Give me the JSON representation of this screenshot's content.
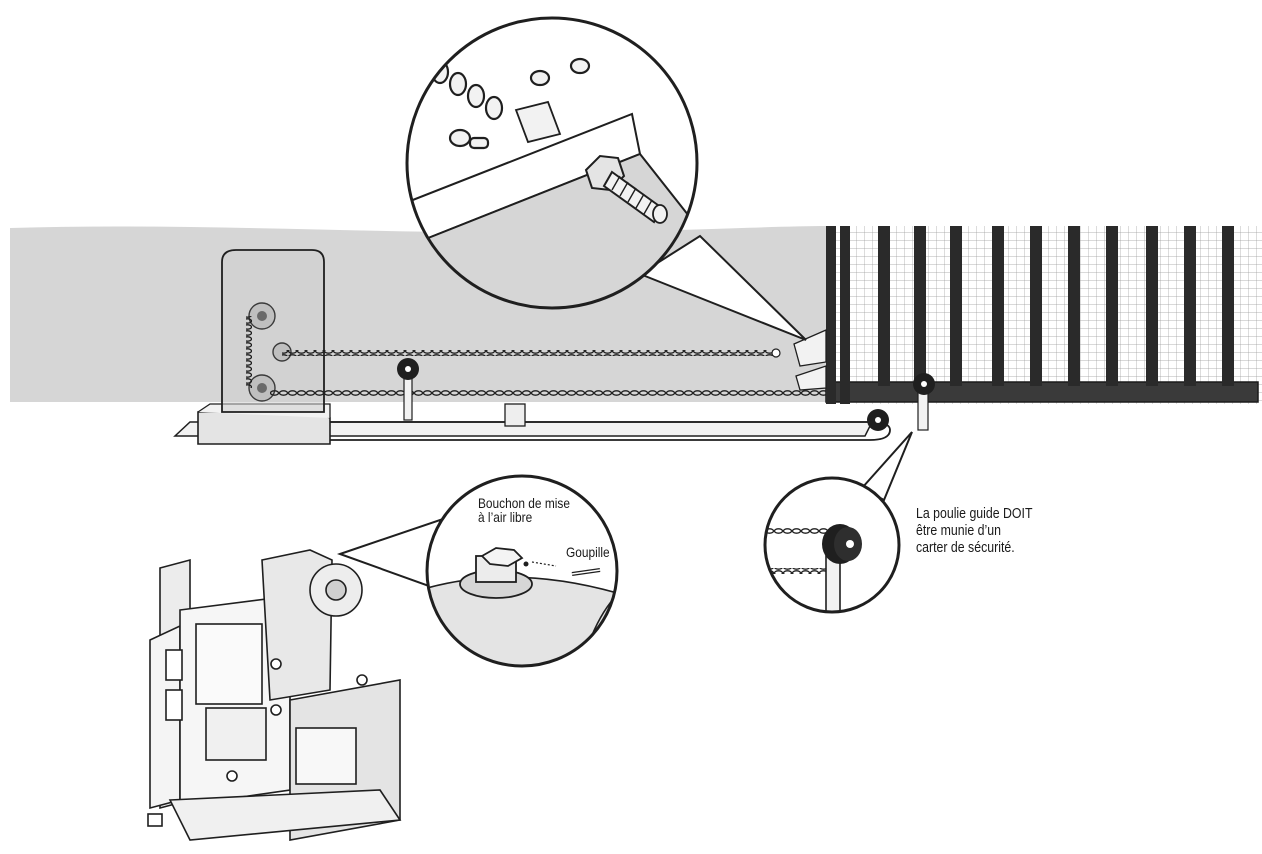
{
  "labels": {
    "vent_plug": [
      "Bouchon de mise",
      "à l’air libre"
    ],
    "pin": "Goupille",
    "guard_note": [
      "La poulie guide DOIT",
      "être munie d’un",
      "carter de sécurité."
    ]
  },
  "colors": {
    "line": "#1f1f1f",
    "wall_fill": "#d6d6d6",
    "part_fill": "#e4e4e4",
    "gate_frame": "#2a2a2a",
    "mesh": "#9a9a9a"
  },
  "icons": [
    "gate-operator-icon",
    "chain-icon",
    "bolt-icon",
    "idler-pulley-icon",
    "vent-plug-icon",
    "pin-icon"
  ]
}
